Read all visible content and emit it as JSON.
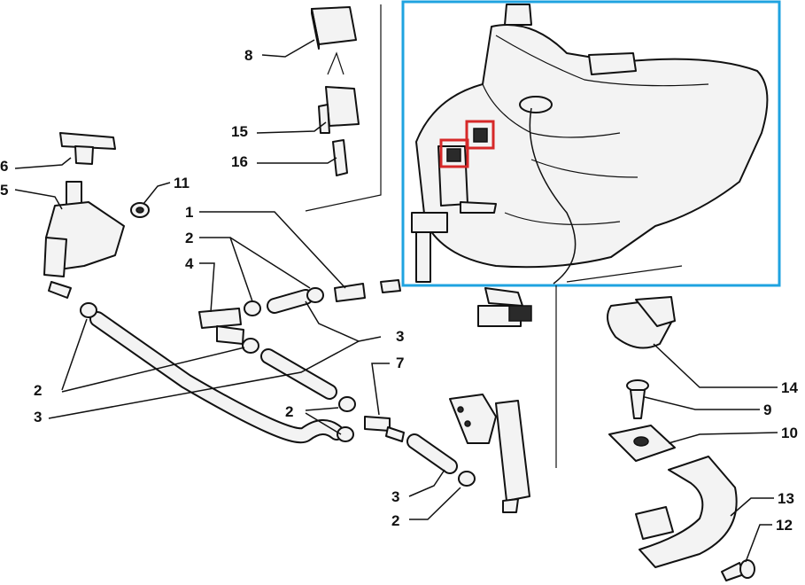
{
  "diagram": {
    "callouts": [
      {
        "id": "1",
        "text": "1"
      },
      {
        "id": "2a",
        "text": "2"
      },
      {
        "id": "2b",
        "text": "2"
      },
      {
        "id": "2c",
        "text": "2"
      },
      {
        "id": "2d",
        "text": "2"
      },
      {
        "id": "3a",
        "text": "3"
      },
      {
        "id": "3b",
        "text": "3"
      },
      {
        "id": "3c",
        "text": "3"
      },
      {
        "id": "4",
        "text": "4"
      },
      {
        "id": "5",
        "text": "5"
      },
      {
        "id": "6",
        "text": "6"
      },
      {
        "id": "7",
        "text": "7"
      },
      {
        "id": "8",
        "text": "8"
      },
      {
        "id": "9",
        "text": "9"
      },
      {
        "id": "10",
        "text": "10"
      },
      {
        "id": "11",
        "text": "11"
      },
      {
        "id": "12",
        "text": "12"
      },
      {
        "id": "13",
        "text": "13"
      },
      {
        "id": "14",
        "text": "14"
      },
      {
        "id": "15",
        "text": "15"
      },
      {
        "id": "16",
        "text": "16"
      }
    ],
    "highlight_color": "#1fa3e0",
    "marker_color": "#d62828"
  }
}
